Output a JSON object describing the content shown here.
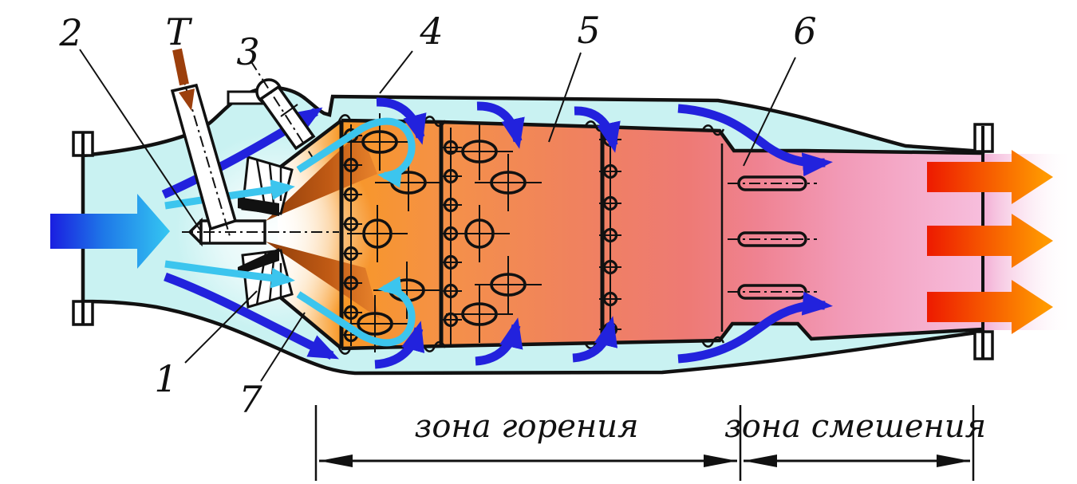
{
  "figure": {
    "callouts": {
      "n1": "1",
      "n2": "2",
      "n3": "3",
      "n4": "4",
      "n5": "5",
      "n6": "6",
      "n7": "7",
      "fuel": "Т"
    },
    "zones": {
      "combustion": "зона горения",
      "mixing": "зона смешения"
    }
  },
  "colors": {
    "casing_air": "#c9f2f2",
    "airflow_dark": "#2222dd",
    "airflow_light": "#3cc5ee",
    "inlet_start": "#1a1ae0",
    "inlet_end": "#35c9f2",
    "flame_front": "#f89826",
    "flame_mid": "#ee7a74",
    "flame_exit": "#f7bedd",
    "fuel_arrow": "#9c3f0c",
    "fuel_spray": "#a84b10",
    "exhaust_hot": "#ed1800",
    "exhaust_warm": "#ff9900",
    "outline": "#111111"
  }
}
